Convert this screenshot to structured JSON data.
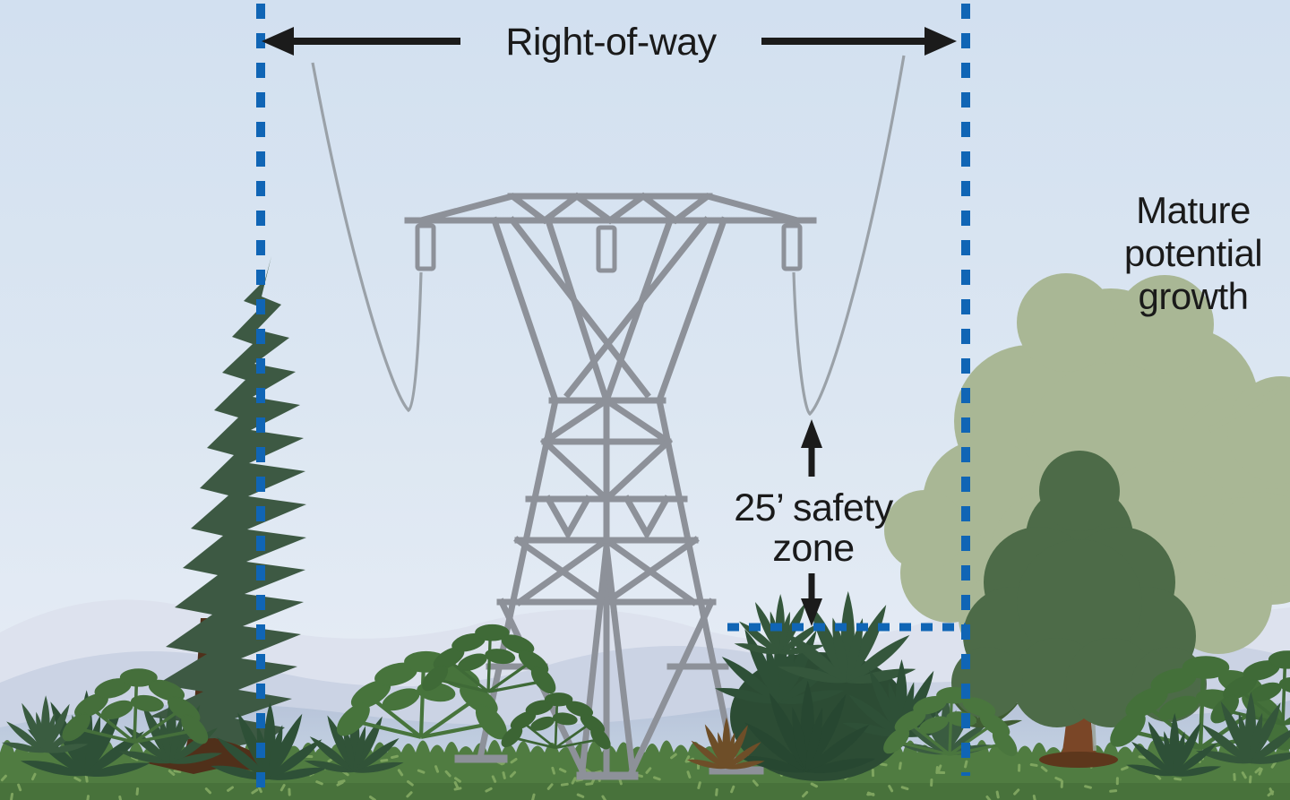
{
  "labels": {
    "right_of_way": "Right-of-way",
    "safety_zone_line1": "25’ safety",
    "safety_zone_line2": "zone",
    "mature_line1": "Mature",
    "mature_line2": "potential",
    "mature_line3": "growth"
  },
  "colors": {
    "boundary_blue": "#1065b5",
    "arrow_black": "#1b1b1b",
    "tower_gray": "#8d9199",
    "wire_gray": "#9aa1a8",
    "mast_gray": "#a7adb6",
    "grass_green": "#507c41",
    "grass_dash_green": "#84aa63",
    "conifer_green": "#3d5943",
    "conifer_trunk_brown": "#50301a",
    "pale_tree_green": "#a9b795",
    "front_tree_green": "#4d6b48",
    "front_tree_trunk_brown": "#7a4627",
    "fern_dark_green": "#2e5037",
    "fern_rust_brown": "#6e4e28",
    "leaf_bush_green": "#47743c",
    "sky_top": "#d3e1f0",
    "sky_bottom": "#e9eef6",
    "mountain_far": "#dde2ee",
    "mountain_mid": "#cbd3e4",
    "mountain_near": "#b6c2d8"
  }
}
